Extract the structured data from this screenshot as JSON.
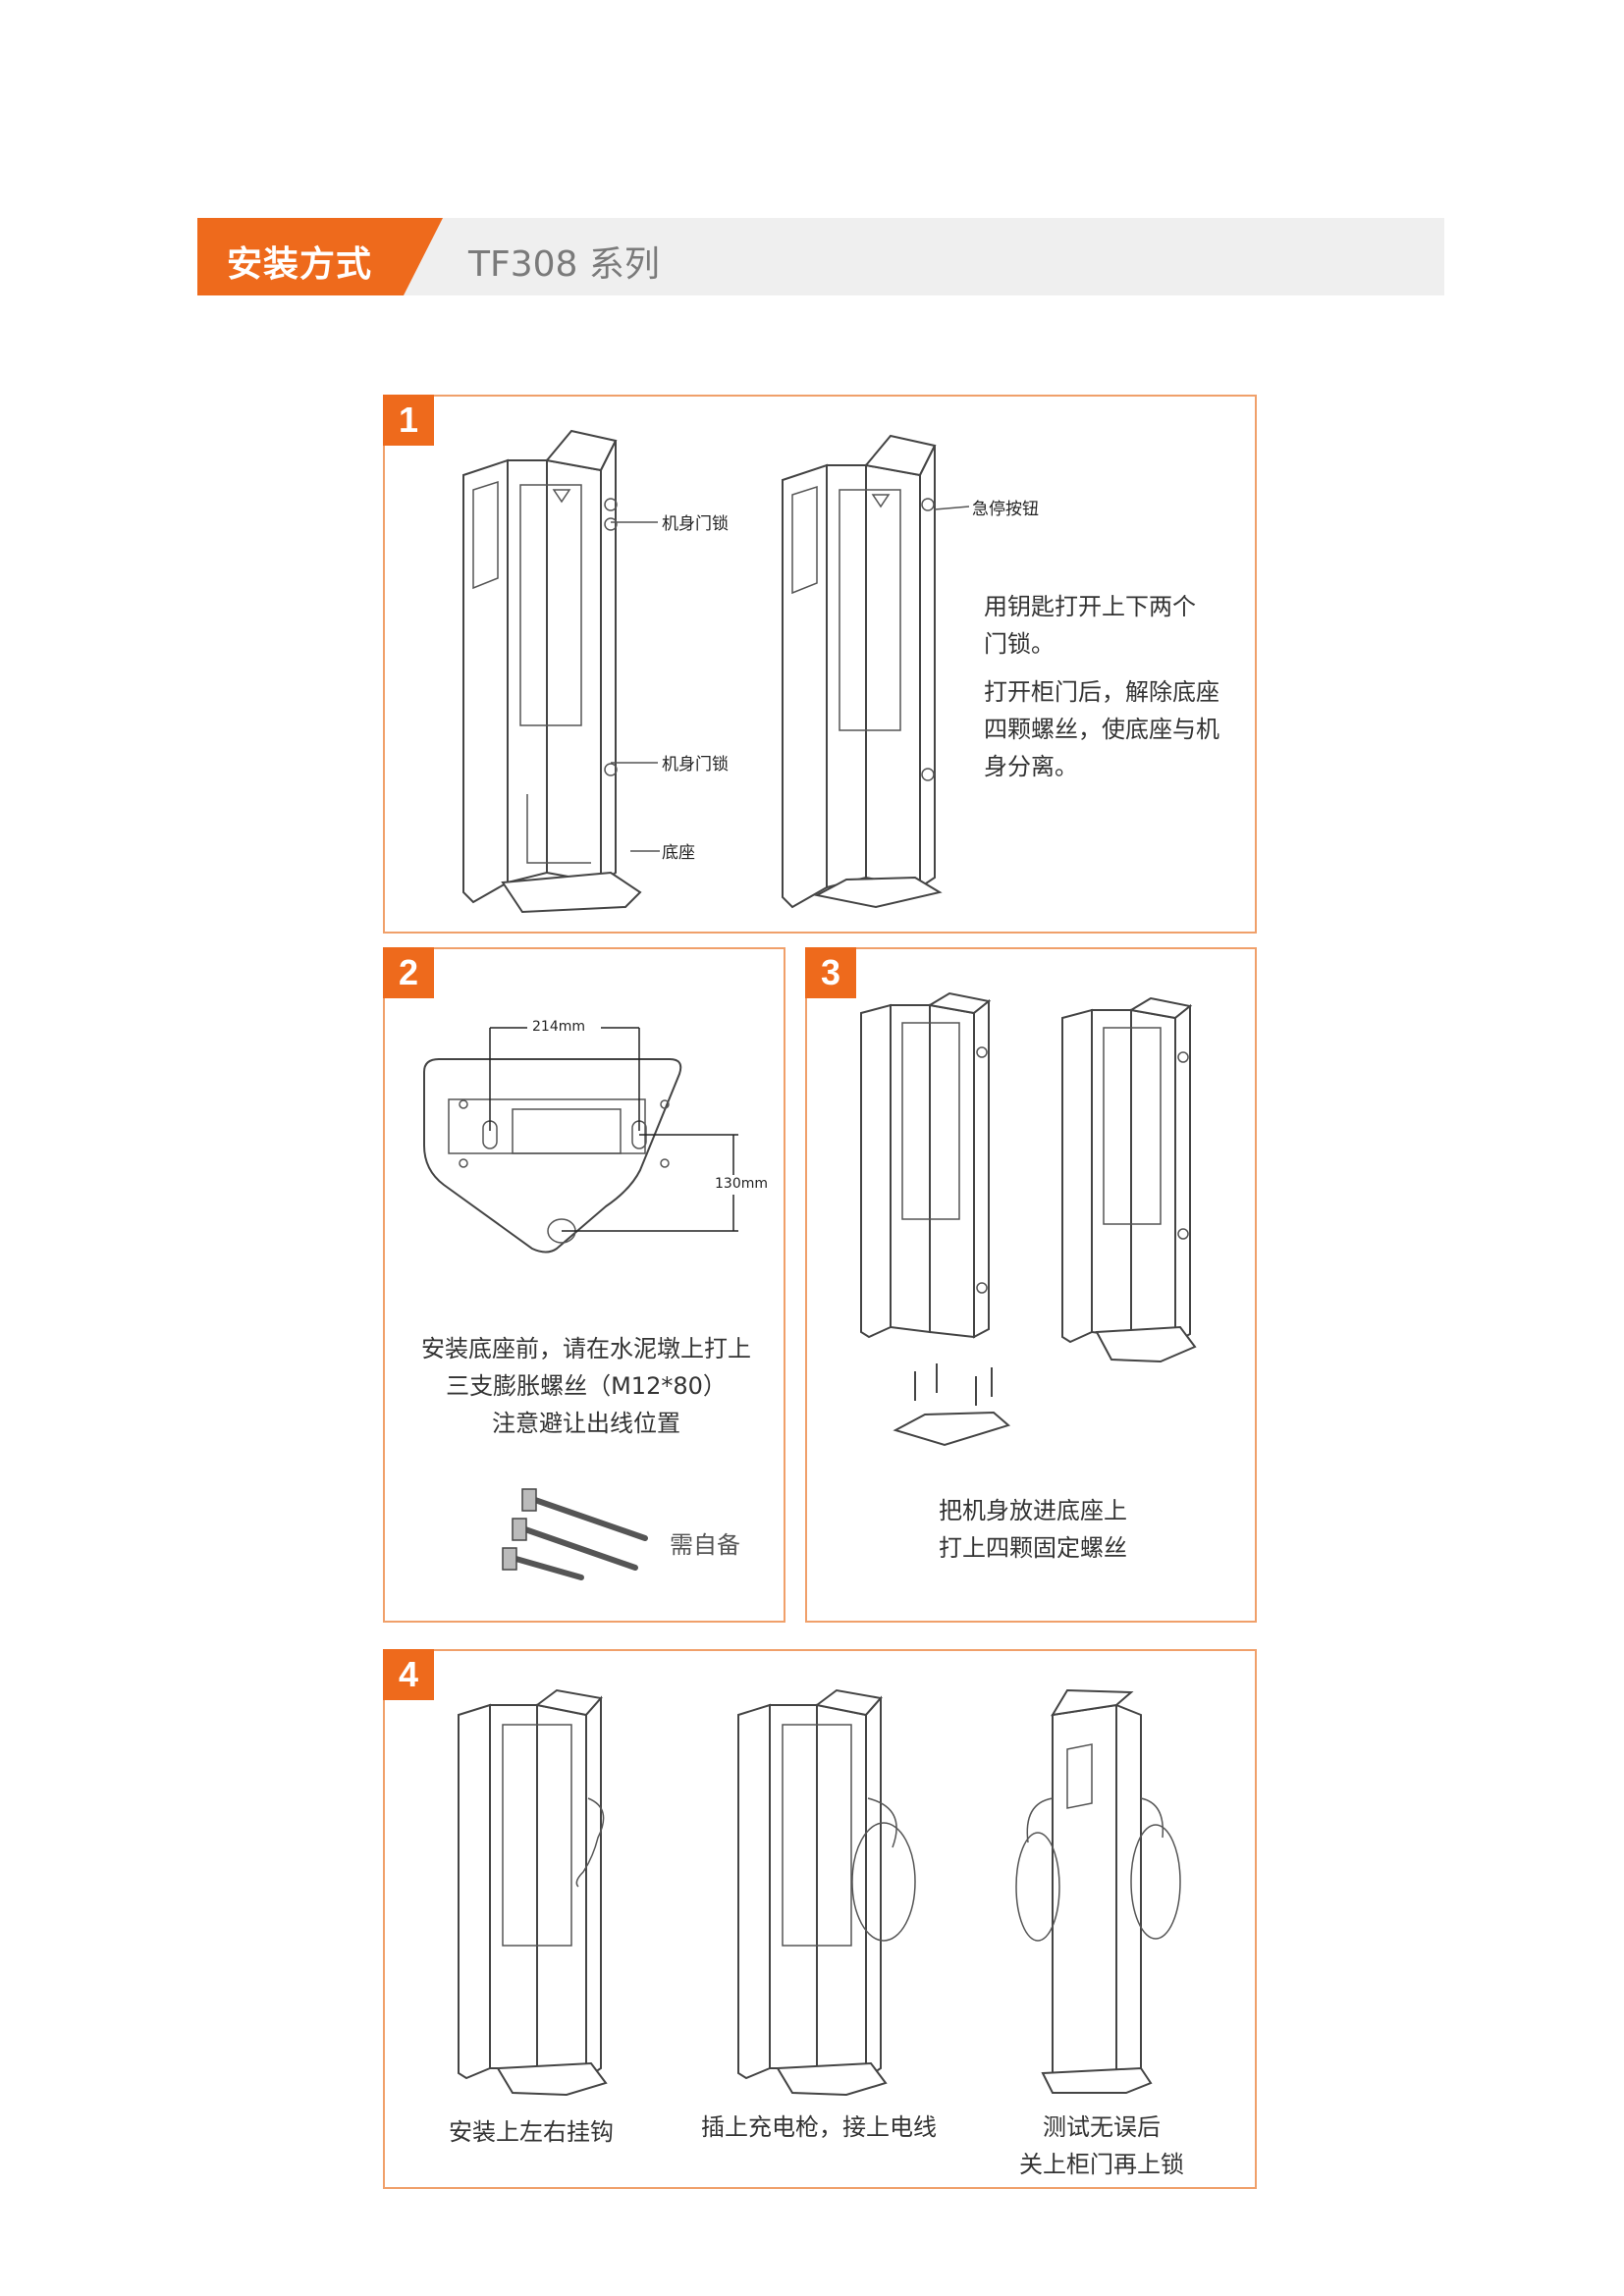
{
  "header": {
    "tag": "安装方式",
    "subtitle": "TF308 系列"
  },
  "step1": {
    "number": "1",
    "callouts": {
      "lock_top": "机身门锁",
      "lock_bottom": "机身门锁",
      "base": "底座",
      "emergency": "急停按钮"
    },
    "text_line1": "用钥匙打开上下两个",
    "text_line2": "门锁。",
    "text_line3": "打开柜门后，解除底座",
    "text_line4": "四颗螺丝，使底座与机",
    "text_line5": "身分离。"
  },
  "step2": {
    "number": "2",
    "dim_width": "214mm",
    "dim_height": "130mm",
    "text_line1": "安装底座前，请在水泥墩上打上",
    "text_line2": "三支膨胀螺丝（M12*80）",
    "text_line3": "注意避让出线位置",
    "self_provided": "需自备"
  },
  "step3": {
    "number": "3",
    "text_line1": "把机身放进底座上",
    "text_line2": "打上四颗固定螺丝"
  },
  "step4": {
    "number": "4",
    "caption1": "安装上左右挂钩",
    "caption2": "插上充电枪，接上电线",
    "caption3_line1": "测试无误后",
    "caption3_line2": "关上柜门再上锁"
  }
}
